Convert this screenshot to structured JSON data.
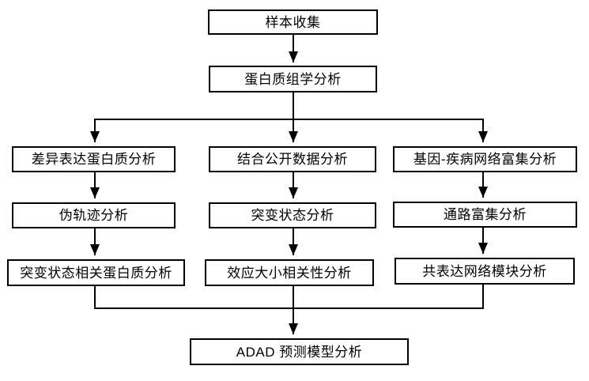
{
  "diagram": {
    "type": "flowchart",
    "nodes": [
      {
        "id": "sample-collection",
        "label": "样本收集"
      },
      {
        "id": "proteomics-analysis",
        "label": "蛋白质组学分析"
      },
      {
        "id": "differential-expression",
        "label": "差异表达蛋白质分析"
      },
      {
        "id": "public-data-analysis",
        "label": "结合公开数据分析"
      },
      {
        "id": "gene-disease-network",
        "label": "基因-疾病网络富集分析"
      },
      {
        "id": "pseudotrajectory",
        "label": "伪轨迹分析"
      },
      {
        "id": "mutation-status",
        "label": "突变状态分析"
      },
      {
        "id": "pathway-enrichment",
        "label": "通路富集分析"
      },
      {
        "id": "mutation-related-protein",
        "label": "突变状态相关蛋白质分析"
      },
      {
        "id": "effect-size-correlation",
        "label": "效应大小相关性分析"
      },
      {
        "id": "coexpression-module",
        "label": "共表达网络模块分析"
      },
      {
        "id": "adad-prediction-model",
        "label": "ADAD 预测模型分析"
      }
    ],
    "edges": [
      {
        "from": "sample-collection",
        "to": "proteomics-analysis"
      },
      {
        "from": "proteomics-analysis",
        "to": "differential-expression"
      },
      {
        "from": "proteomics-analysis",
        "to": "public-data-analysis"
      },
      {
        "from": "proteomics-analysis",
        "to": "gene-disease-network"
      },
      {
        "from": "differential-expression",
        "to": "pseudotrajectory"
      },
      {
        "from": "public-data-analysis",
        "to": "mutation-status"
      },
      {
        "from": "gene-disease-network",
        "to": "pathway-enrichment"
      },
      {
        "from": "pseudotrajectory",
        "to": "mutation-related-protein"
      },
      {
        "from": "mutation-status",
        "to": "effect-size-correlation"
      },
      {
        "from": "pathway-enrichment",
        "to": "coexpression-module"
      },
      {
        "from": "mutation-related-protein",
        "to": "adad-prediction-model"
      },
      {
        "from": "effect-size-correlation",
        "to": "adad-prediction-model"
      },
      {
        "from": "coexpression-module",
        "to": "adad-prediction-model"
      }
    ],
    "colors": {
      "background": "#ffffff",
      "box_fill": "#ffffff",
      "box_border": "#000000",
      "line": "#000000",
      "text": "#000000"
    }
  }
}
